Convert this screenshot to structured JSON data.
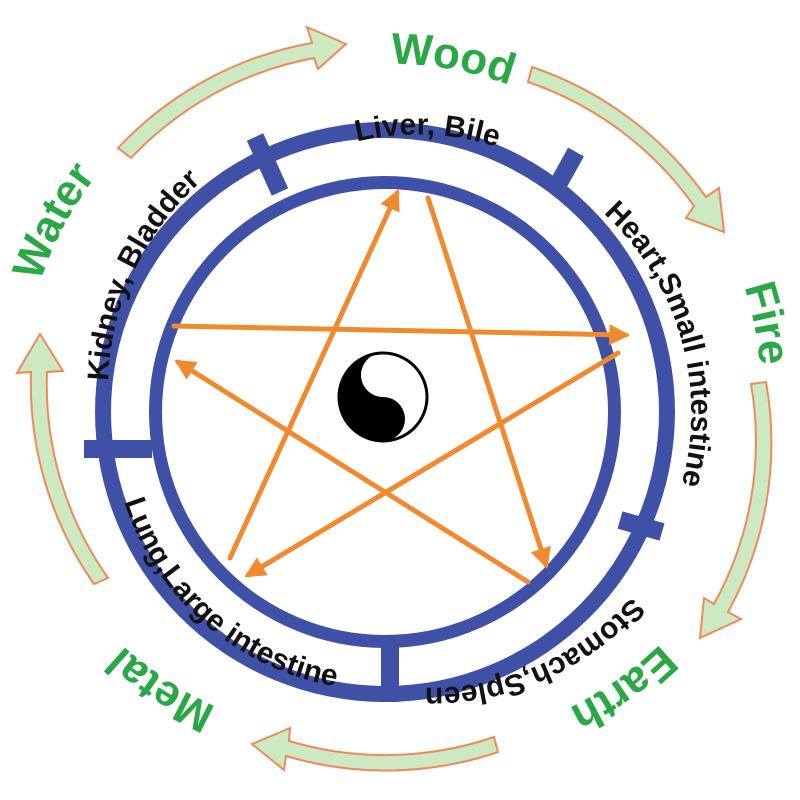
{
  "elements": [
    {
      "key": "wood",
      "label": "Wood"
    },
    {
      "key": "fire",
      "label": "Fire"
    },
    {
      "key": "earth",
      "label": "Earth"
    },
    {
      "key": "metal",
      "label": "Metal"
    },
    {
      "key": "water",
      "label": "Water"
    }
  ],
  "organs": {
    "liver_bile": "Liver,   Bile",
    "heart_small_intestine": "Heart,Small intestine",
    "stomach_spleen": "Stomach,Spleen",
    "lung_large_intestine": "Lung,Large intestine",
    "kidney_bladder": "Kidney,  Bladder"
  },
  "center_icon": "yin-yang-icon",
  "colors": {
    "ring": "#3f51a6",
    "element_text": "#2aa845",
    "cycle_arrow_fill": "#cde9c2",
    "cycle_arrow_stroke": "#ee8a5a",
    "star": "#f08a2e",
    "organ_text": "#111111"
  }
}
